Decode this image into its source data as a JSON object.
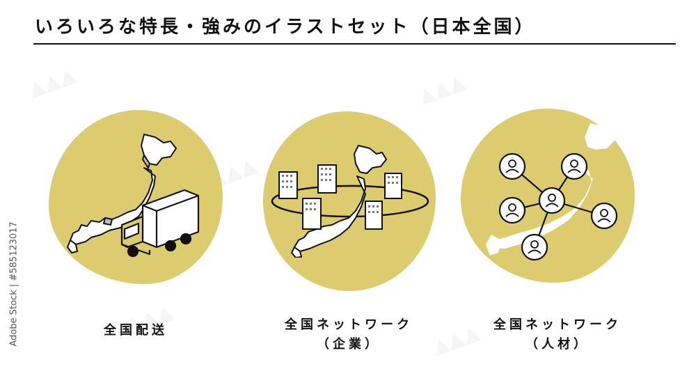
{
  "header": {
    "title": "いろいろな特長・強みのイラストセット（日本全国）"
  },
  "stock_id": "Adobe Stock | #585123017",
  "colors": {
    "accent_yellow": "#dccb6f",
    "line": "#111111",
    "truck_yellow": "#dccb6f"
  },
  "items": [
    {
      "caption_line1": "全国配送",
      "caption_line2": "",
      "icon": "japan-map-truck-icon"
    },
    {
      "caption_line1": "全国ネットワーク",
      "caption_line2": "（企業）",
      "icon": "japan-map-buildings-icon"
    },
    {
      "caption_line1": "全国ネットワーク",
      "caption_line2": "（人材）",
      "icon": "japan-map-people-network-icon"
    }
  ]
}
